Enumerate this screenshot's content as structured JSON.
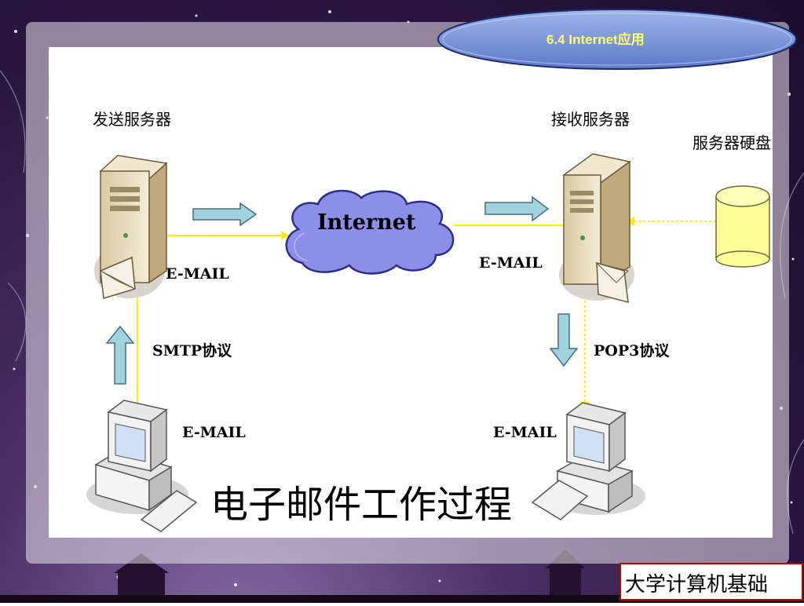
{
  "header": {
    "section_title": "6.4 Internet应用"
  },
  "diagram": {
    "send_server_label": "发送服务器",
    "receive_server_label": "接收服务器",
    "disk_label": "服务器硬盘",
    "cloud_label": "Internet",
    "email_send_server": "E-MAIL",
    "email_receive_server": "E-MAIL",
    "email_sender_pc": "E-MAIL",
    "email_receiver_pc": "E-MAIL",
    "smtp_label": "SMTP协议",
    "pop3_label": "POP3协议",
    "main_title": "电子邮件工作过程"
  },
  "footer": {
    "course_label": "大学计算机基础"
  },
  "colors": {
    "link_line": "#ffee00",
    "arrow_fill": "#9fd4dc",
    "disk_fill": "#ffff99",
    "cloud_fill": "#8b8fe8",
    "footer_border": "#c00000"
  }
}
